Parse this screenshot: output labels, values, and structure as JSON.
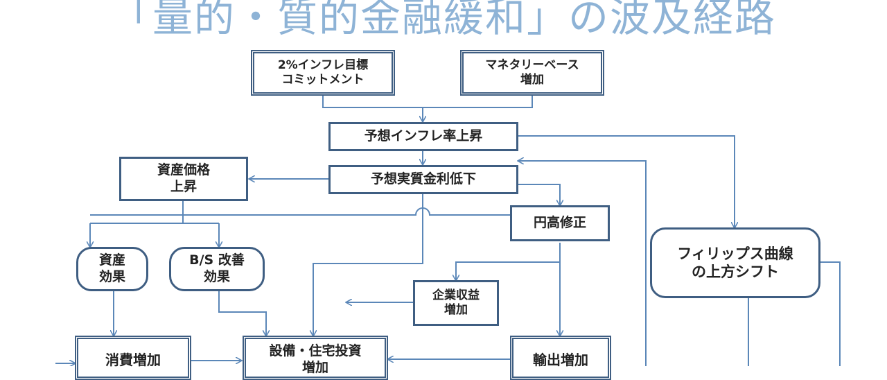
{
  "title": "「量的・質的金融緩和」の波及経路",
  "nodes": {
    "inflation_target": "2%インフレ目標\nコミットメント",
    "monetary_base": "マネタリーベース\n増加",
    "expected_inflation": "予想インフレ率上昇",
    "expected_real_rate": "予想実質金利低下",
    "asset_price": "資産価格\n上昇",
    "yen_correction": "円高修正",
    "phillips_shift": "フィリップス曲線\nの上方シフト",
    "asset_effect": "資産\n効果",
    "bs_effect": "B/S 改善\n効果",
    "corporate_profit": "企業収益\n増加",
    "consumption": "消費増加",
    "investment": "設備・住宅投資\n増加",
    "exports": "輸出増加"
  },
  "colors": {
    "title": "#8eb3d6",
    "border": "#3f5e82",
    "edge": "#5b87b8"
  }
}
